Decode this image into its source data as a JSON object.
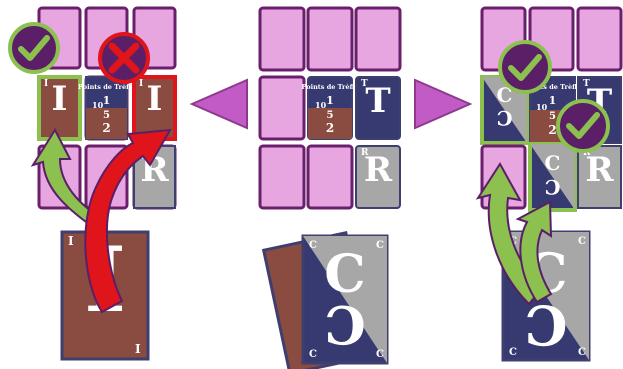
{
  "colors": {
    "slot_fill": "#e8a6e0",
    "slot_stroke": "#6a1f6c",
    "card_brown": "#8a4b40",
    "card_navy": "#363a70",
    "card_grey": "#a7a7a7",
    "card_border": "#3f3f6f",
    "valid_green": "#8cc04f",
    "invalid_red": "#e0141b",
    "badge_purple": "#5a1f66",
    "arrow_fill": "#c35bc6"
  },
  "icons": {
    "valid_badge": "checkmark-icon",
    "invalid_badge": "cross-icon",
    "arrow_left": "triangle-left-icon",
    "arrow_right": "triangle-right-icon"
  },
  "cards": {
    "brown_letter": "I",
    "navy_letter": "T",
    "grey_letter": "R",
    "split_letter": "C",
    "points_label": "Points de Trèfle",
    "score_1": "1",
    "score_5": "5",
    "score_2": "2",
    "score_10": "10"
  }
}
